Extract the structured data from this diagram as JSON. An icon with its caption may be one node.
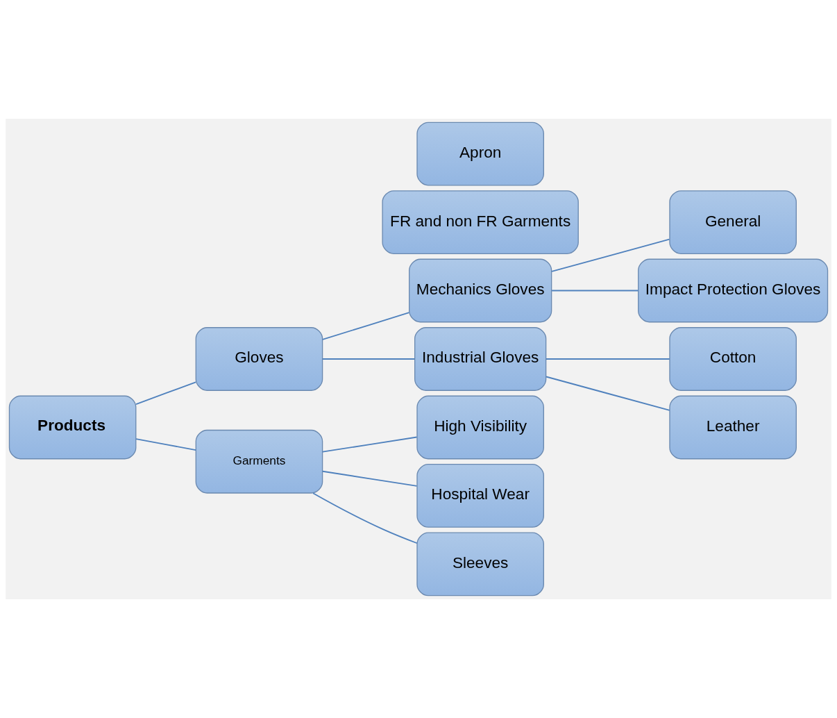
{
  "diagram": {
    "nodes": [
      {
        "text": [
          "Products"
        ]
      },
      {
        "text": [
          "Gloves"
        ]
      },
      {
        "text": [
          "Mechanics Gloves"
        ]
      },
      {
        "text": [
          "General"
        ]
      },
      {
        "text": [
          "Impact Protection Gloves"
        ]
      },
      {
        "text": [
          "Industrial Gloves"
        ]
      },
      {
        "text": [
          "Cotton"
        ]
      },
      {
        "text": [
          "Leather"
        ]
      },
      {
        "text": [
          "Garments"
        ]
      },
      {
        "text": [
          "High Visibility"
        ]
      },
      {
        "text": [
          "FR and non FR Garments"
        ]
      },
      {
        "text": [
          "Hospital Wear"
        ]
      },
      {
        "text": [
          "Sleeves"
        ]
      },
      {
        "text": [
          "Apron"
        ]
      }
    ],
    "edges": [
      {
        "from": 0,
        "to": 1,
        "arrow": "none"
      },
      {
        "from": 0,
        "to": 8,
        "arrow": "none"
      },
      {
        "from": 1,
        "to": 2,
        "arrow": "none"
      },
      {
        "from": 1,
        "to": 5,
        "arrow": "none"
      },
      {
        "from": 2,
        "to": 3,
        "arrow": "none"
      },
      {
        "from": 2,
        "to": 4,
        "arrow": "none"
      },
      {
        "from": 5,
        "to": 6,
        "arrow": "none"
      },
      {
        "from": 5,
        "to": 7,
        "arrow": "none"
      },
      {
        "from": 8,
        "to": 9,
        "arrow": "none"
      },
      {
        "from": 8,
        "to": 11,
        "arrow": "none"
      },
      {
        "from": 8,
        "to": 12,
        "arrow": "none"
      }
    ]
  }
}
